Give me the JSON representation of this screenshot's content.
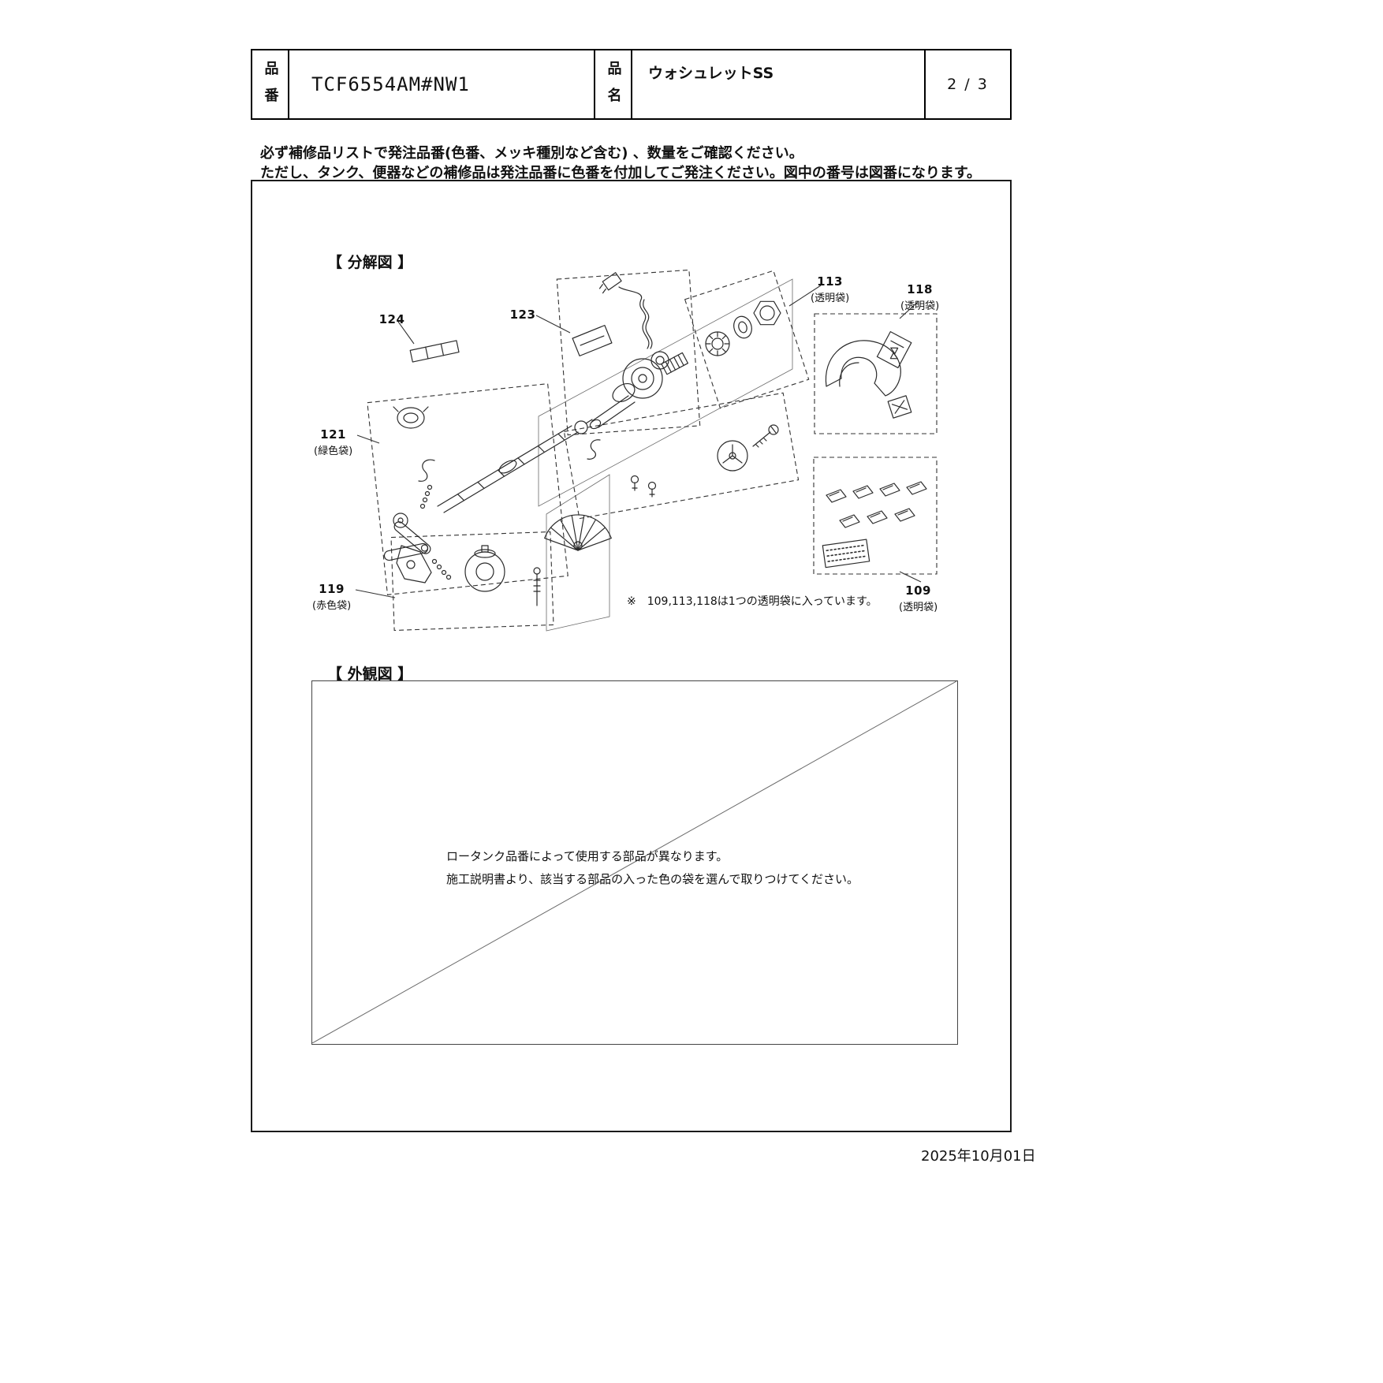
{
  "header": {
    "part_no_label": "品番",
    "part_no": "TCF6554AM#NW1",
    "name_label": "品名",
    "product_name": "ウォシュレットSS",
    "page": "2 / 3"
  },
  "notice": {
    "line1": "必ず補修品リストで発注品番(色番、メッキ種別など含む) 、数量をご確認ください。",
    "line2": "ただし、タンク、便器などの補修品は発注品番に色番を付加してご発注ください。図中の番号は図番になります。"
  },
  "exploded_view": {
    "title": "【 分解図 】",
    "callouts": [
      {
        "id": "124",
        "bag": ""
      },
      {
        "id": "123",
        "bag": ""
      },
      {
        "id": "113",
        "bag": "(透明袋)"
      },
      {
        "id": "118",
        "bag": "(透明袋)"
      },
      {
        "id": "121",
        "bag": "(緑色袋)"
      },
      {
        "id": "119",
        "bag": "(赤色袋)"
      },
      {
        "id": "109",
        "bag": "(透明袋)"
      }
    ],
    "note": "※　109,113,118は1つの透明袋に入っています。"
  },
  "outline_view": {
    "title": "【 外観図 】",
    "note_line1": "ロータンク品番によって使用する部品が異なります。",
    "note_line2": "施工説明書より、該当する部品の入った色の袋を選んで取りつけてください。"
  },
  "footer": {
    "date": "2025年10月01日"
  }
}
